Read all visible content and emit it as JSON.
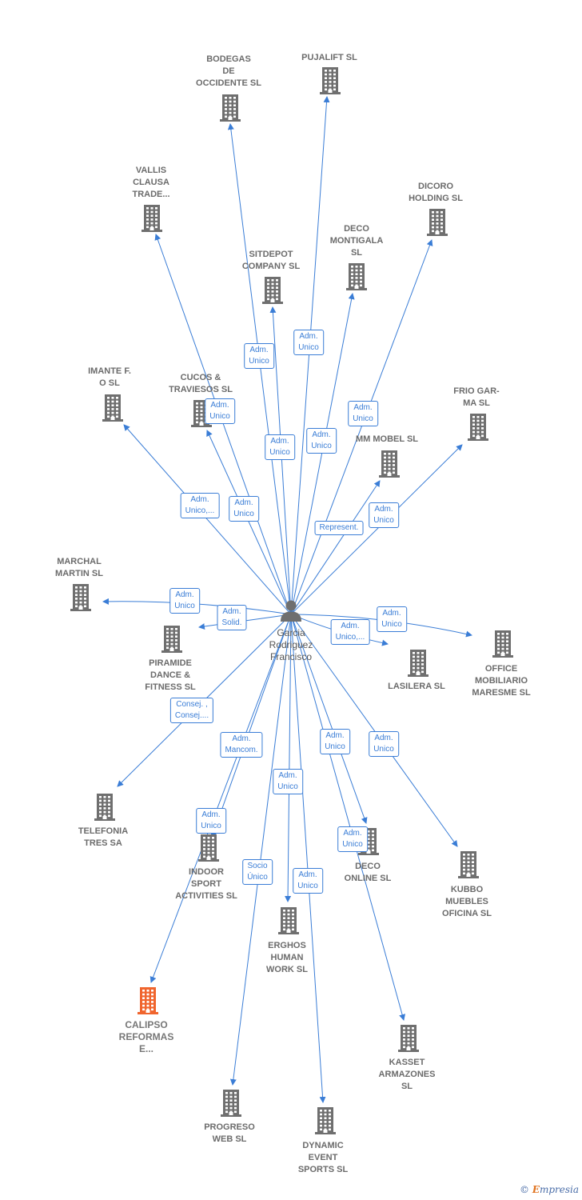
{
  "center": {
    "name": "Garcia\nRodriguez\nFrancisco",
    "icon": "person-icon"
  },
  "colors": {
    "edge": "#3a7dd6",
    "building": "#6f6f6f",
    "highlight": "#f0652e"
  },
  "nodes": [
    {
      "id": "bodegas",
      "label": "BODEGAS\nDE\nOCCIDENTE SL"
    },
    {
      "id": "pujalift",
      "label": "PUJALIFT SL"
    },
    {
      "id": "vallis",
      "label": "VALLIS\nCLAUSA\nTRADE..."
    },
    {
      "id": "dicoro",
      "label": "DICORO\nHOLDING SL"
    },
    {
      "id": "deco_montigala",
      "label": "DECO\nMONTIGALA\nSL"
    },
    {
      "id": "sitdepot",
      "label": "SITDEPOT\nCOMPANY  SL"
    },
    {
      "id": "imante",
      "label": "IMANTE F.\nO SL"
    },
    {
      "id": "cucos",
      "label": "CUCOS &\nTRAVIESOS SL"
    },
    {
      "id": "frio",
      "label": "FRIO GAR-\nMA SL"
    },
    {
      "id": "mm_mobel",
      "label": "MM MOBEL  SL"
    },
    {
      "id": "marchal",
      "label": "MARCHAL\nMARTIN SL"
    },
    {
      "id": "piramide",
      "label": "PIRAMIDE\nDANCE &\nFITNESS  SL"
    },
    {
      "id": "lasilera",
      "label": "LASILERA  SL"
    },
    {
      "id": "office",
      "label": "OFFICE\nMOBILIARIO\nMARESME  SL"
    },
    {
      "id": "telefonia",
      "label": "TELEFONIA\nTRES SA"
    },
    {
      "id": "indoor",
      "label": "INDOOR\nSPORT\nACTIVITIES SL"
    },
    {
      "id": "deco_online",
      "label": "DECO\nONLINE  SL"
    },
    {
      "id": "kubbo",
      "label": "KUBBO\nMUEBLES\nOFICINA SL"
    },
    {
      "id": "erghos",
      "label": "ERGHOS\nHUMAN\nWORK  SL"
    },
    {
      "id": "calipso",
      "label": "CALIPSO\nREFORMAS\nE...",
      "highlight": true
    },
    {
      "id": "kasset",
      "label": "KASSET\nARMAZONES\nSL"
    },
    {
      "id": "progreso",
      "label": "PROGRESO\nWEB SL"
    },
    {
      "id": "dynamic",
      "label": "DYNAMIC\nEVENT\nSPORTS SL"
    }
  ],
  "edges": [
    {
      "to": "bodegas",
      "role": "Adm.\nUnico"
    },
    {
      "to": "pujalift",
      "role": "Adm.\nUnico"
    },
    {
      "to": "vallis",
      "role": "Adm.\nUnico"
    },
    {
      "to": "dicoro",
      "role": "Adm.\nUnico"
    },
    {
      "to": "deco_montigala",
      "role": "Adm.\nUnico"
    },
    {
      "to": "sitdepot",
      "role": "Adm.\nUnico"
    },
    {
      "to": "imante",
      "role": "Adm.\nUnico,..."
    },
    {
      "to": "cucos",
      "role": "Adm.\nUnico"
    },
    {
      "to": "frio",
      "role": "Adm.\nUnico"
    },
    {
      "to": "mm_mobel",
      "role": "Represent."
    },
    {
      "to": "marchal",
      "role": "Adm.\nUnico"
    },
    {
      "to": "piramide",
      "role": "Adm.\nSolid."
    },
    {
      "to": "lasilera",
      "role": "Adm.\nUnico,..."
    },
    {
      "to": "office",
      "role": "Adm.\nUnico"
    },
    {
      "to": "telefonia",
      "role": "Consej. ,\nConsej...."
    },
    {
      "to": "indoor",
      "role": "Adm.\nMancom."
    },
    {
      "to": "calipso",
      "role": "Adm.\nUnico"
    },
    {
      "to": "deco_online",
      "role": "Adm.\nUnico"
    },
    {
      "to": "kubbo",
      "role": "Adm.\nUnico"
    },
    {
      "to": "erghos",
      "role": "Adm.\nUnico"
    },
    {
      "to": "progreso",
      "role": "Socio\nÚnico"
    },
    {
      "to": "kasset",
      "role": "Adm.\nUnico"
    },
    {
      "to": "dynamic",
      "role": "Adm.\nUnico"
    }
  ],
  "credit": {
    "symbol": "©",
    "brand_initial": "E",
    "brand_rest": "mpresia"
  }
}
